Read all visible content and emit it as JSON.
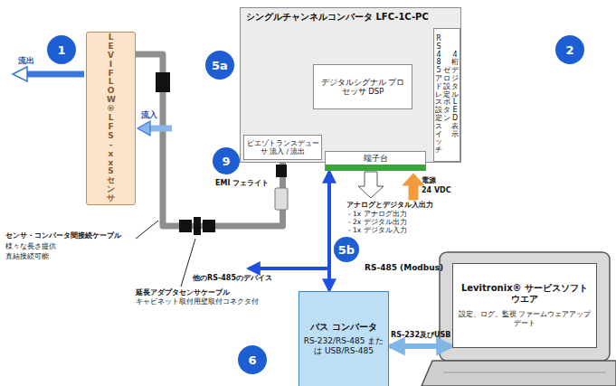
{
  "diagram": {
    "nodes": [
      {
        "text": [
          "LEVIFLOW® LFS-xxSセンサ"
        ]
      },
      {
        "text": [
          "シングルチャンネルコンバータ LFC-1C-PC"
        ]
      },
      {
        "text": [
          "デジタルシグナル プロセッサ DSP"
        ],
        "in": 1
      },
      {
        "text": [
          "ピエゾトランスデューサ 流入 / 流出"
        ],
        "in": 1
      },
      {
        "text": [
          "端子台"
        ],
        "in": 1
      },
      {
        "text": [
          "4桁デジタルLED表示",
          "ゼロ設定ボタン",
          "RS485アドレス設定スイッチ"
        ],
        "in": 1
      },
      {
        "text": [
          "バス コンバータ",
          "RS-232/RS-485 または USB/RS-485"
        ]
      },
      {
        "text": [
          "Levitronix® サービスソフトウエア",
          "設定、ログ、監視 ファームウェアアップデート"
        ]
      }
    ],
    "edges": [
      {
        "from": 0,
        "to": 3,
        "arrow": "none"
      },
      {
        "from": 4,
        "to": 6,
        "arrow": "both"
      },
      {
        "from": 6,
        "to": 7,
        "label": "RS-232及びUSB",
        "arrow": "both"
      }
    ],
    "labels": [
      "1",
      "流出",
      "流入",
      "5a",
      "2",
      "9",
      "EMI フェライト",
      "センサ・コンバータ間接続ケーブル",
      "様々な長さ提供",
      "直結接続可能",
      "電源",
      "24 VDC",
      "アナログとデジタル入出力",
      "- 1x アナログ出力",
      "- 2x デジタル出力",
      "- 1x デジタル入力",
      "5b",
      "延長アダプタセンサケーブル",
      "キャビネット取付用壁取付コネクタ付",
      "RS-485 (Modbus)",
      "他のRS-485のデバイス",
      "6"
    ]
  }
}
